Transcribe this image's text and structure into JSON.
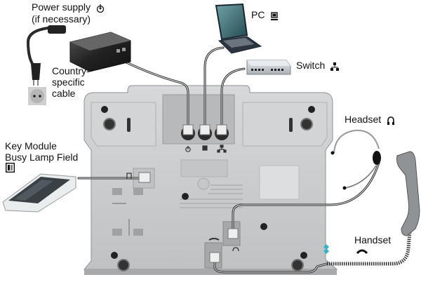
{
  "diagram": {
    "title": "Phone connection overview (underside)",
    "labels": {
      "power_supply_line1": "Power supply",
      "power_supply_line2": "(if necessary)",
      "country_cable_line1": "Country-",
      "country_cable_line2": "specific",
      "country_cable_line3": "cable",
      "pc": "PC",
      "switch": "Switch",
      "headset": "Headset",
      "key_module_line1": "Key Module",
      "key_module_line2": "Busy Lamp Field",
      "handset": "Handset"
    },
    "icons": {
      "power": "power-icon",
      "pc": "pc-icon",
      "switch": "network-icon",
      "headset": "headset-icon",
      "key_module": "key-module-icon",
      "handset": "handset-icon"
    },
    "ports": [
      "power-port",
      "pc-port",
      "lan-port",
      "headset-port",
      "handset-port",
      "key-module-port"
    ],
    "colors": {
      "phone_body": "#c9cbcc",
      "phone_edge": "#9a9c9e",
      "cable": "#2a2a2a",
      "power_brick": "#2b2b2b",
      "laptop_screen": "#3f6f76",
      "switch_body": "#c8cdd2",
      "background": "#ffffff"
    }
  }
}
